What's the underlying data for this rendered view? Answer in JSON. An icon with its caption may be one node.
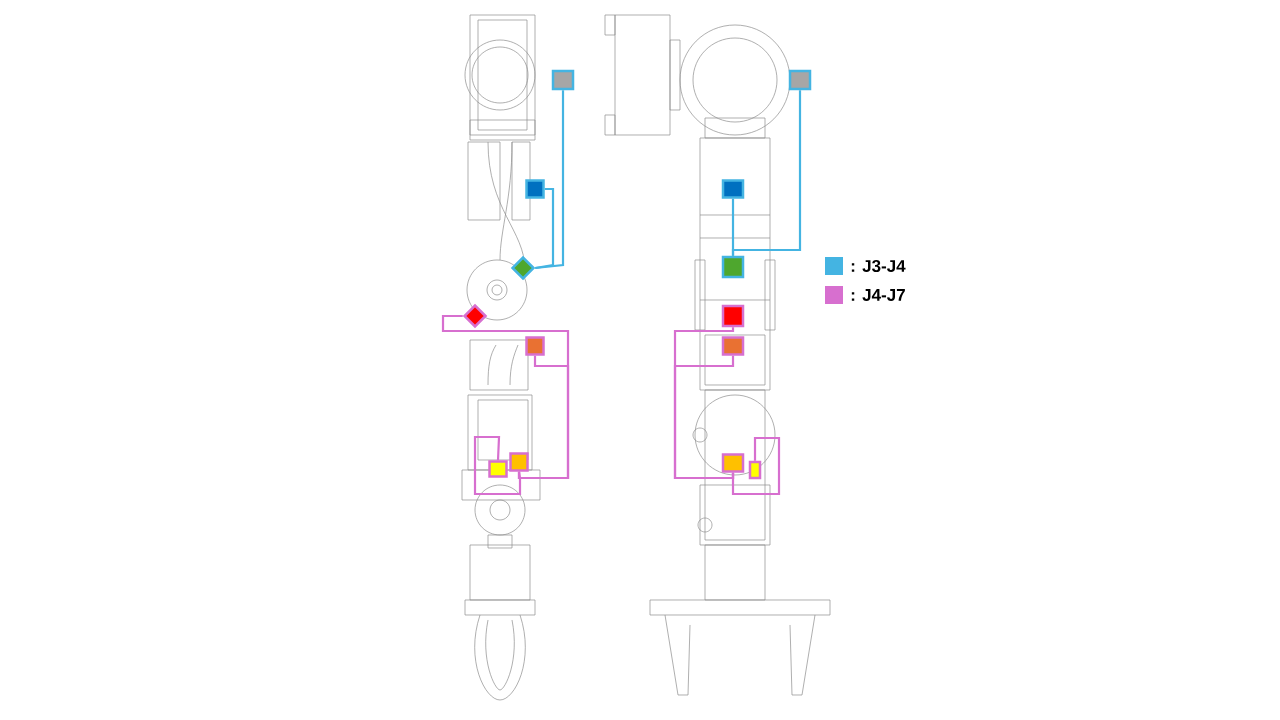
{
  "diagram": {
    "nodes": [
      {
        "text": [],
        "shape": "box"
      },
      {
        "text": [],
        "shape": "box"
      },
      {
        "text": [],
        "shape": "diamond"
      },
      {
        "text": [],
        "shape": "diamond"
      },
      {
        "text": [],
        "shape": "box"
      },
      {
        "text": [],
        "shape": "box"
      },
      {
        "text": [],
        "shape": "box"
      },
      {
        "text": [],
        "shape": "box"
      },
      {
        "text": [],
        "shape": "box"
      },
      {
        "text": [],
        "shape": "box"
      },
      {
        "text": [],
        "shape": "box"
      },
      {
        "text": [],
        "shape": "box"
      },
      {
        "text": [],
        "shape": "box"
      },
      {
        "text": [],
        "shape": "box"
      }
    ],
    "edges": [
      {
        "from": 0,
        "to": 2,
        "arrow": "none",
        "color": "#44b4e2"
      },
      {
        "from": 1,
        "to": 2,
        "arrow": "none",
        "color": "#44b4e2"
      },
      {
        "from": 3,
        "to": 6,
        "arrow": "none"
      },
      {
        "from": 4,
        "to": 6,
        "arrow": "none"
      },
      {
        "from": 5,
        "to": 6,
        "arrow": "none"
      },
      {
        "from": 7,
        "to": 9,
        "arrow": "none",
        "color": "#44b4e2"
      },
      {
        "from": 8,
        "to": 9,
        "arrow": "none",
        "color": "#44b4e2"
      },
      {
        "from": 10,
        "to": 12,
        "arrow": "none"
      },
      {
        "from": 11,
        "to": 12,
        "arrow": "none"
      },
      {
        "from": 13,
        "to": 12,
        "arrow": "none"
      }
    ],
    "legend": [
      {
        "text": ": J3-J4",
        "color": "#44b4e2"
      },
      {
        "text": ": J4-J7",
        "color": "#d76fcf"
      }
    ]
  }
}
